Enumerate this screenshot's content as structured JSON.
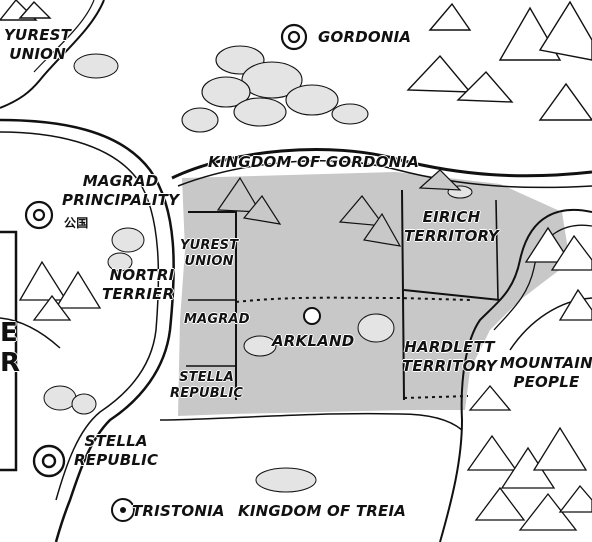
{
  "map": {
    "labels": {
      "yurest_union_nw": "YUREST\nUNION",
      "gordonia": "GORDONIA",
      "kingdom_of_gordonia": "KINGDOM OF GORDONIA",
      "magrad_principality": "MAGRAD\nPRINCIPALITY",
      "magrad_kanji": "公国",
      "nortri_terrier": "NORTRI\nTERRIER",
      "yurest_union_inner": "YUREST\nUNION",
      "magrad": "MAGRAD",
      "stella_republic_inner": "STELLA\nREPUBLIC",
      "arkland": "ARKLAND",
      "eirich_territory": "EIRICH\nTERRITORY",
      "hardlett_territory": "HARDLETT\nTERRITORY",
      "mountain_people": "MOUNTAIN\nPEOPLE",
      "stella_republic": "STELLA\nREPUBLIC",
      "tristonia": "TRISTONIA",
      "kingdom_of_treia": "KINGDOM OF TREIA",
      "edge_box_letters": "E\nR"
    },
    "colors": {
      "paper": "#ffffff",
      "ink": "#111111",
      "shaded_region": "#c8c8c8",
      "tree_fill": "#e4e4e4"
    }
  }
}
